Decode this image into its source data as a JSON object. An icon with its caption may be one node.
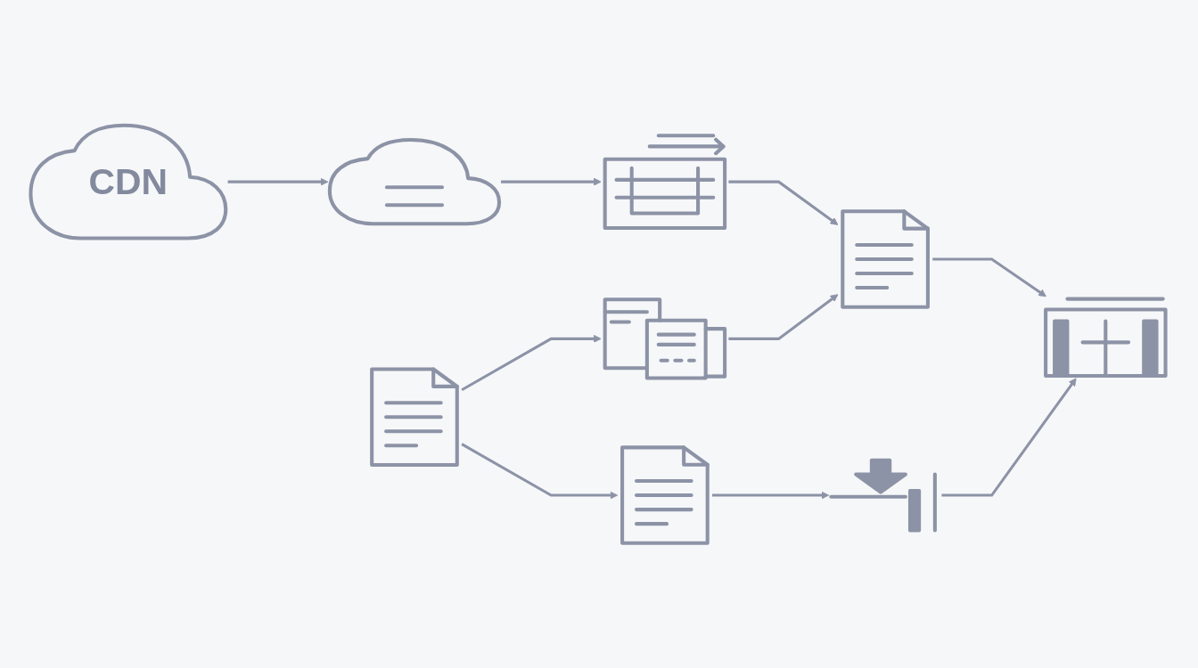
{
  "diagram": {
    "nodes": [
      {
        "text": [
          "CDN"
        ]
      },
      {
        "text": [],
        "shape": "cloud"
      },
      {
        "text": [],
        "shape": "picture"
      },
      {
        "text": [],
        "shape": "document"
      },
      {
        "text": [],
        "shape": "picture"
      },
      {
        "text": [],
        "shape": "document"
      },
      {
        "text": [],
        "shape": "document"
      },
      {
        "text": [],
        "shape": "picture"
      },
      {
        "text": [],
        "shape": "picture"
      }
    ],
    "edges": [
      {
        "from": 0,
        "to": 1,
        "arrow": "to"
      },
      {
        "from": 1,
        "to": 2,
        "arrow": "to"
      },
      {
        "from": 2,
        "to": 5,
        "arrow": "to"
      },
      {
        "from": 3,
        "to": 4,
        "arrow": "to"
      },
      {
        "from": 4,
        "to": 5,
        "arrow": "to"
      },
      {
        "from": 3,
        "to": 6,
        "arrow": "to"
      },
      {
        "from": 5,
        "to": 8,
        "arrow": "to"
      },
      {
        "from": 6,
        "to": 7,
        "arrow": "to"
      },
      {
        "from": 7,
        "to": 8,
        "arrow": "to"
      }
    ]
  }
}
